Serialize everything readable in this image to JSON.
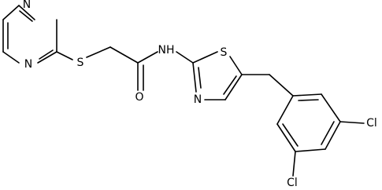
{
  "molecule": {
    "atoms": {
      "n_pyr_top": "N",
      "n_pyr_bottom": "N",
      "s_thioether": "S",
      "o_carbonyl": "O",
      "nh_amide": "NH",
      "s_thiazole": "S",
      "n_thiazole": "N",
      "cl_top": "Cl",
      "cl_bottom": "Cl"
    }
  },
  "colors": {
    "bond": "#000000",
    "label": "#000000",
    "background": "#ffffff"
  }
}
